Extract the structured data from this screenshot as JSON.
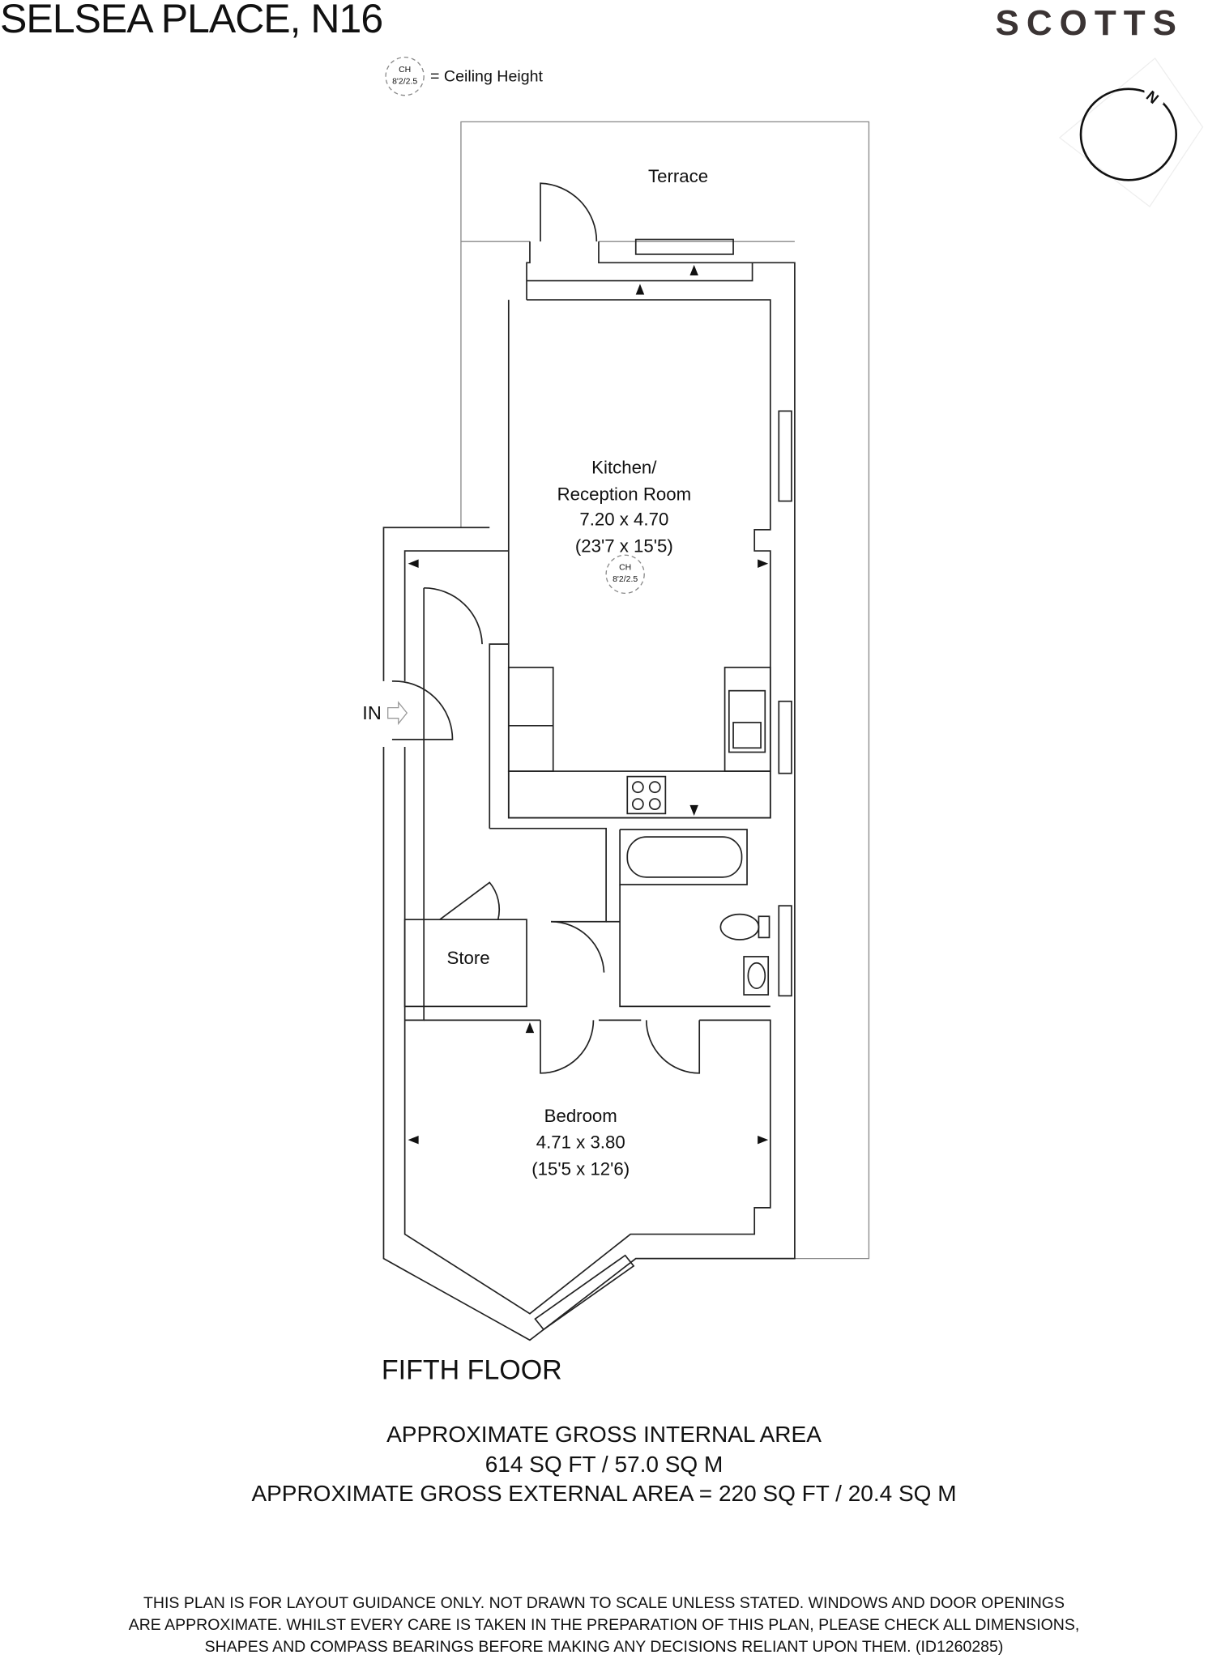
{
  "header": {
    "title": "SELSEA PLACE, N16",
    "brand": "SCOTTS"
  },
  "legend": {
    "ch_label": "CH",
    "ch_value": "8'2/2.5",
    "text": "= Ceiling Height"
  },
  "compass": {
    "label": "N"
  },
  "rooms": {
    "terrace": "Terrace",
    "kitchen": {
      "name1": "Kitchen/",
      "name2": "Reception Room",
      "metric": "7.20 x 4.70",
      "imperial": "(23'7 x 15'5)",
      "ch_label": "CH",
      "ch_value": "8'2/2.5"
    },
    "store": "Store",
    "bedroom": {
      "name": "Bedroom",
      "metric": "4.71 x 3.80",
      "imperial": "(15'5 x 12'6)"
    },
    "entrance": "IN"
  },
  "floor_label": "FIFTH FLOOR",
  "area": {
    "line1": "APPROXIMATE GROSS INTERNAL AREA",
    "line2": "614 SQ FT / 57.0 SQ M",
    "line3": "APPROXIMATE GROSS EXTERNAL AREA = 220 SQ FT / 20.4 SQ M"
  },
  "disclaimer": {
    "line1": "THIS PLAN IS FOR LAYOUT GUIDANCE ONLY. NOT DRAWN TO SCALE UNLESS STATED. WINDOWS AND DOOR OPENINGS",
    "line2": "ARE APPROXIMATE. WHILST EVERY CARE IS TAKEN IN THE PREPARATION OF THIS PLAN, PLEASE CHECK ALL DIMENSIONS,",
    "line3": "SHAPES AND COMPASS BEARINGS BEFORE MAKING ANY DECISIONS RELIANT UPON THEM. (ID1260285)"
  }
}
